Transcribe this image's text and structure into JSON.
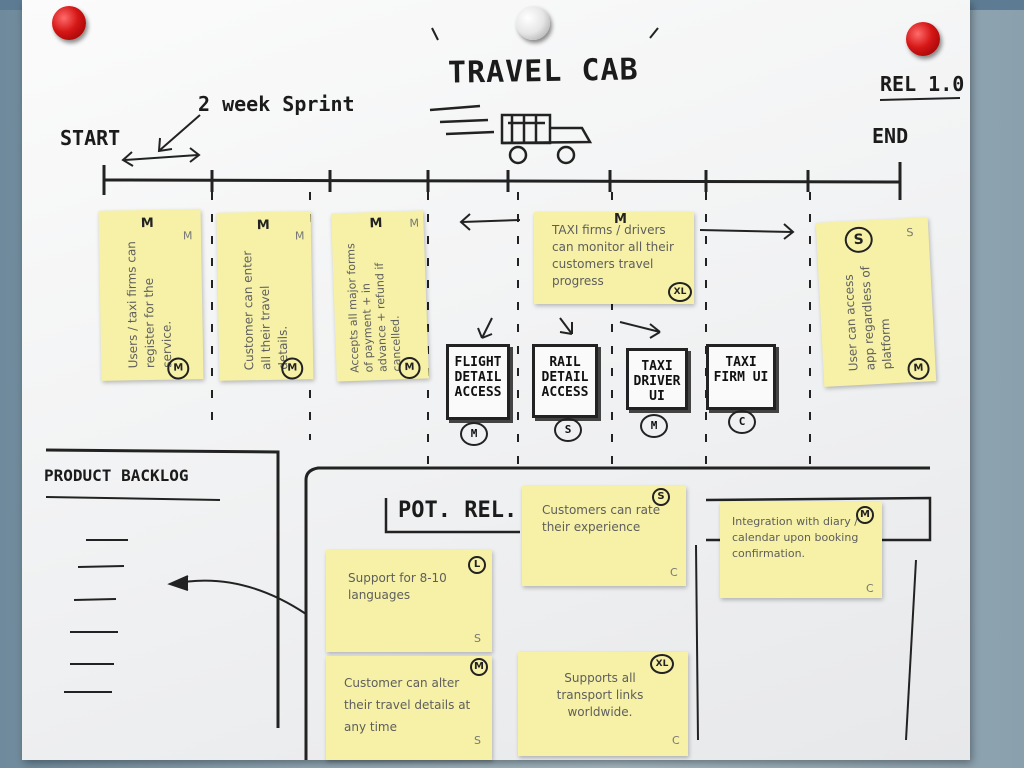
{
  "board": {
    "title": "TRAVEL CAB",
    "release": "REL 1.0",
    "start": "START",
    "end": "END",
    "sprint_label": "2 week Sprint"
  },
  "release_stories": [
    {
      "id": "s1",
      "text": "Users / taxi firms can register for the service.",
      "size": "M",
      "badge": "M",
      "corner": "M"
    },
    {
      "id": "s2",
      "text": "Customer can enter all their travel details.",
      "size": "M",
      "badge": "M",
      "corner": "M"
    },
    {
      "id": "s3",
      "text": "Accepts all major forms of payment + in advance + refund if cancelled.",
      "size": "M",
      "badge": "M",
      "corner": "M"
    },
    {
      "id": "s4",
      "text": "TAXI firms / drivers can monitor all their customers travel progress",
      "size": "M",
      "badge": "XL",
      "corner": ""
    },
    {
      "id": "s5",
      "text": "User can access app regardless of platform",
      "size": "S",
      "badge": "M",
      "corner": "S"
    }
  ],
  "sub_tasks": [
    {
      "label": "FLIGHT DETAIL ACCESS",
      "size": "M"
    },
    {
      "label": "RAIL DETAIL ACCESS",
      "size": "S"
    },
    {
      "label": "TAXI DRIVER UI",
      "size": "M"
    },
    {
      "label": "TAXI FIRM UI",
      "size": "C"
    }
  ],
  "product_backlog": {
    "title": "PRODUCT BACKLOG"
  },
  "potential_release": {
    "title": "POT. REL."
  },
  "backlog_stories": [
    {
      "id": "b1",
      "text": "Customers can rate their experience",
      "badge": "S",
      "corner": "C"
    },
    {
      "id": "b2",
      "text": "Integration with diary / calendar upon booking confirmation.",
      "badge": "M",
      "corner": "C"
    },
    {
      "id": "b3",
      "text": "Support for 8-10 languages",
      "badge": "L",
      "corner": "S"
    },
    {
      "id": "b4",
      "text": "Customer can alter their travel details at any time",
      "badge": "M",
      "corner": "S"
    },
    {
      "id": "b5",
      "text": "Supports all transport links worldwide.",
      "badge": "XL",
      "corner": "C"
    }
  ]
}
